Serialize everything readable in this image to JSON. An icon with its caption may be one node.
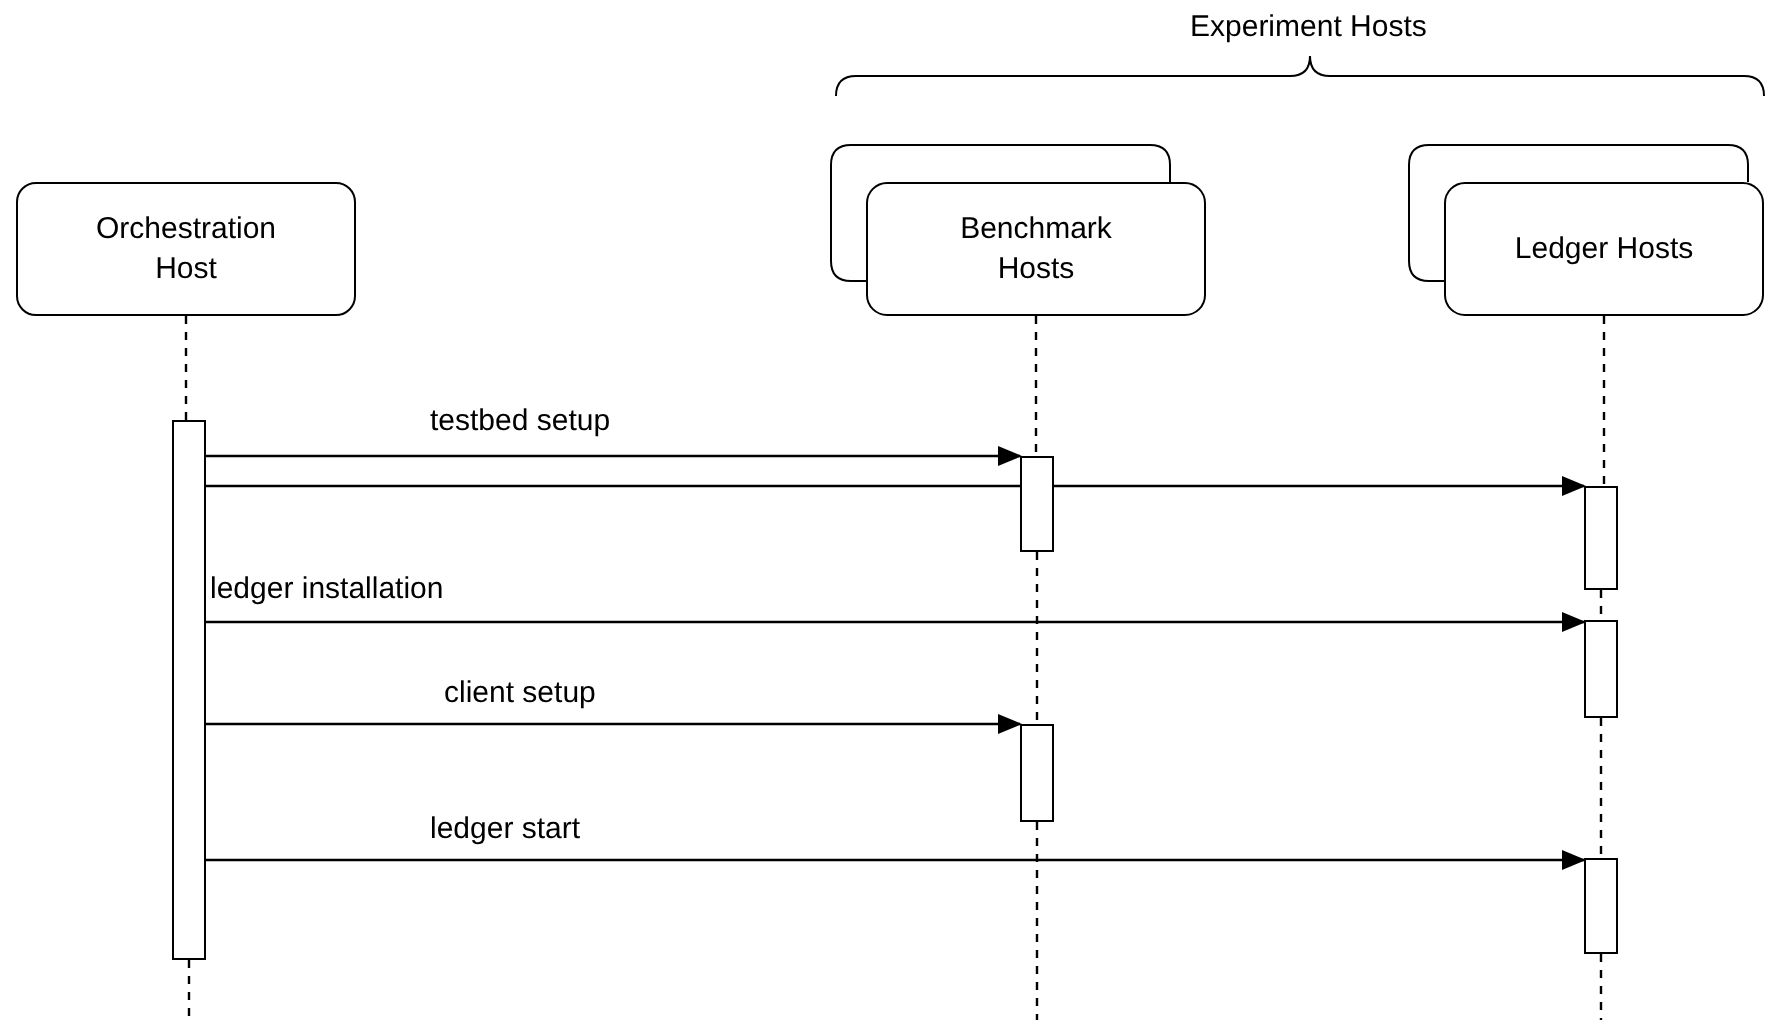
{
  "diagram": {
    "nodes": [
      {
        "text": [
          "Orchestration Host"
        ]
      },
      {
        "text": [
          "Benchmark Hosts"
        ]
      },
      {
        "text": [
          "Ledger Hosts"
        ]
      },
      {
        "text": [],
        "shape": "bar"
      },
      {
        "text": [],
        "shape": "bar"
      },
      {
        "text": [],
        "shape": "bar"
      },
      {
        "text": [],
        "shape": "bar"
      },
      {
        "text": [],
        "shape": "bar"
      },
      {
        "text": [],
        "shape": "bar"
      }
    ],
    "edges": [
      {
        "from": 3,
        "to": 4,
        "arrow": "to",
        "label": "testbed setup"
      },
      {
        "from": 3,
        "to": 4,
        "arrow": "none"
      },
      {
        "from": 4,
        "to": 6,
        "arrow": "to"
      },
      {
        "from": 3,
        "to": 7,
        "arrow": "to",
        "label": "ledger installation"
      },
      {
        "from": 3,
        "to": 5,
        "arrow": "to",
        "label": "client setup"
      },
      {
        "from": 3,
        "to": 8,
        "arrow": "to",
        "label": "ledger start"
      },
      {
        "from": 0,
        "to": 3,
        "arrow": "none",
        "style": "dashed"
      },
      {
        "from": 3,
        "to": null,
        "arrow": "none",
        "style": "dashed"
      },
      {
        "from": 1,
        "to": 4,
        "arrow": "none",
        "style": "dashed"
      },
      {
        "from": 4,
        "to": 5,
        "arrow": "none",
        "style": "dashed"
      },
      {
        "from": 5,
        "to": null,
        "arrow": "none",
        "style": "dashed"
      },
      {
        "from": 2,
        "to": 6,
        "arrow": "none",
        "style": "dashed"
      },
      {
        "from": 6,
        "to": 7,
        "arrow": "none",
        "style": "dashed"
      },
      {
        "from": 7,
        "to": 8,
        "arrow": "none",
        "style": "dashed"
      },
      {
        "from": 8,
        "to": null,
        "arrow": "none",
        "style": "dashed"
      }
    ],
    "labels": [
      "Experiment Hosts"
    ]
  }
}
